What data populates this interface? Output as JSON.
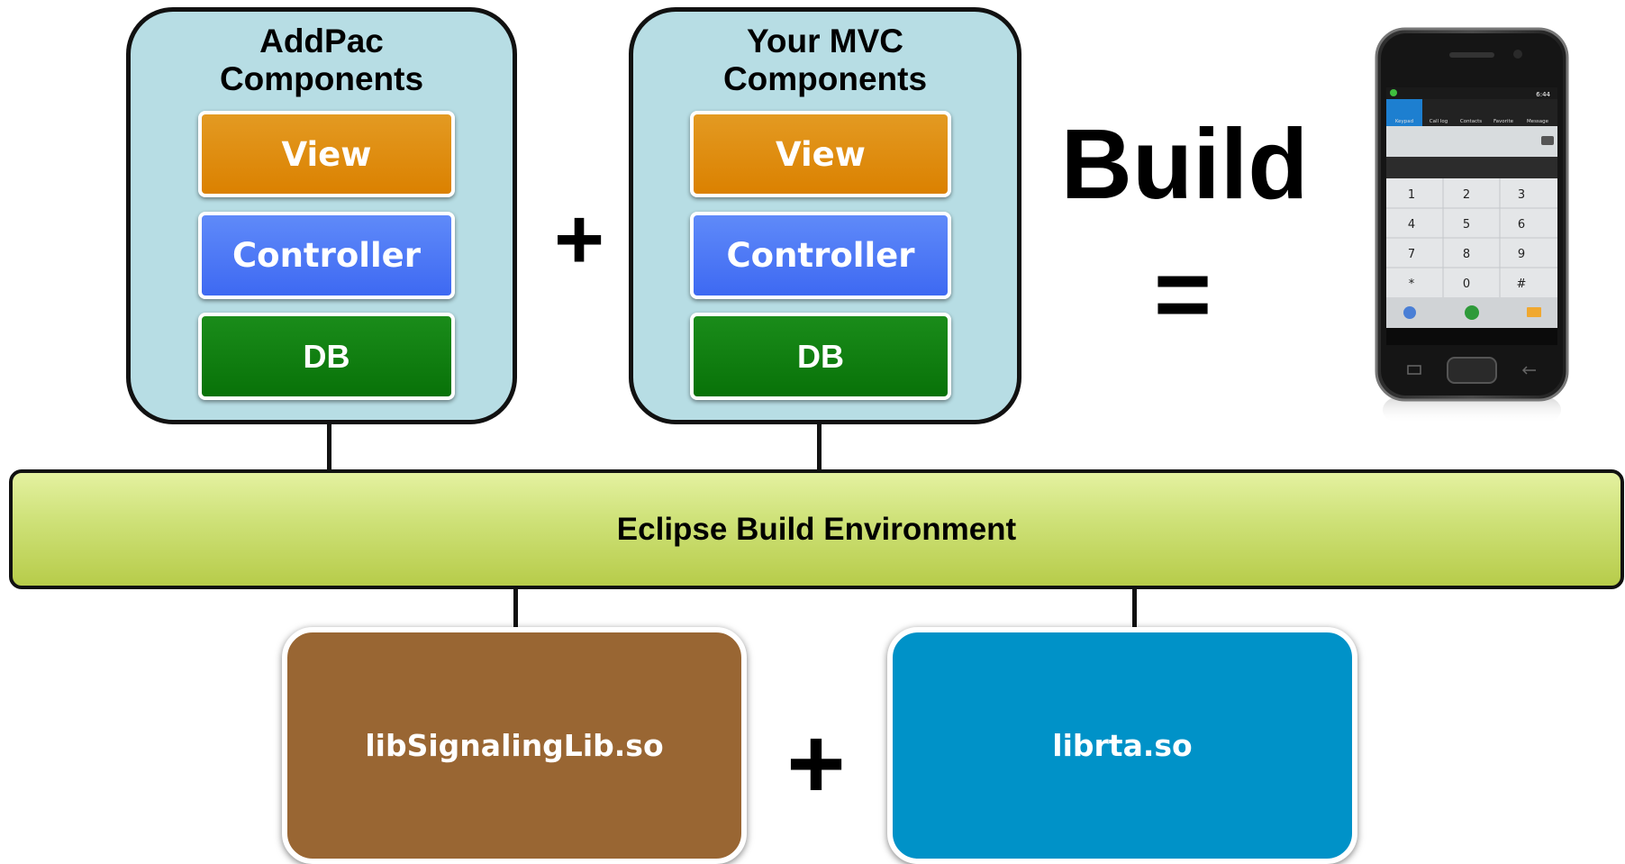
{
  "groups": [
    {
      "title": "AddPac\nComponents",
      "blocks": {
        "view": "View",
        "controller": "Controller",
        "db": "DB"
      }
    },
    {
      "title": "Your MVC\nComponents",
      "blocks": {
        "view": "View",
        "controller": "Controller",
        "db": "DB"
      }
    }
  ],
  "operators": {
    "plus_top": "+",
    "build": "Build",
    "equals": "=",
    "plus_bottom": "+"
  },
  "environment": {
    "label": "Eclipse Build Environment"
  },
  "libraries": [
    {
      "label": "libSignalingLib.so",
      "color": "#996633"
    },
    {
      "label": "librta.so",
      "color": "#0092c8"
    }
  ],
  "phone": {
    "status_time": "6:44",
    "tabs": [
      "Keypad",
      "Call log",
      "Contacts",
      "Favorite",
      "Message"
    ],
    "keys": [
      "1",
      "2",
      "3",
      "4",
      "5",
      "6",
      "7",
      "8",
      "9",
      "*",
      "0",
      "#"
    ]
  }
}
